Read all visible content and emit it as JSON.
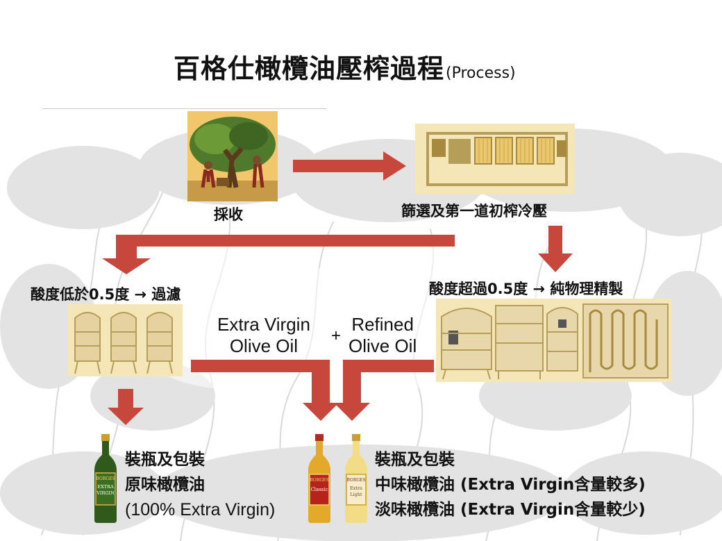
{
  "title": {
    "main": "百格仕橄欖油壓榨過程",
    "sub": "(Process)"
  },
  "steps": {
    "harvest": "採收",
    "press": "篩選及第一道初榨冷壓",
    "low_acid": "酸度低於0.5度 → 過濾",
    "high_acid": "酸度超過0.5度 → 純物理精製"
  },
  "blend": {
    "extra_virgin": [
      "Extra Virgin",
      "Olive Oil"
    ],
    "plus": "+",
    "refined": [
      "Refined",
      "Olive Oil"
    ]
  },
  "products": {
    "left": [
      "裝瓶及包裝",
      "原味橄欖油",
      "(100% Extra Virgin)"
    ],
    "right": [
      "裝瓶及包裝",
      "中味橄欖油 (Extra Virgin含量較多)",
      "淡味橄欖油 (Extra Virgin含量較少)"
    ]
  },
  "bottle_labels": {
    "original": [
      "BORGES",
      "EXTRA",
      "VIRGIN"
    ],
    "classic": [
      "BORGES",
      "Classic"
    ],
    "light": [
      "BORGES",
      "Extra",
      "Light"
    ]
  },
  "colors": {
    "arrow": "#c8473c",
    "panel": "#f5e6b8",
    "panel_dark": "#b59d5a",
    "texture": "#d7d7d7"
  }
}
